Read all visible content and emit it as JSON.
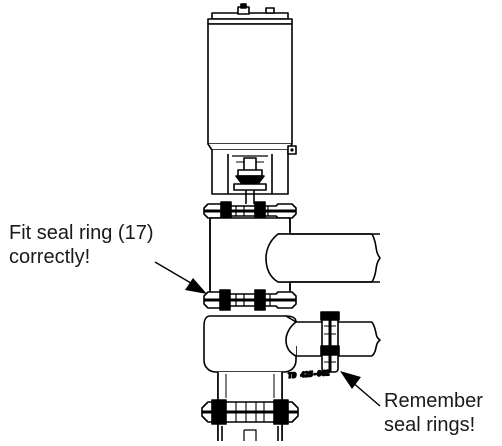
{
  "callouts": {
    "seal_ring": {
      "line1": "Fit seal ring (17)",
      "line2": "correctly!"
    },
    "remember": {
      "line1": "Remember",
      "line2": "seal rings!"
    }
  },
  "drawing_code": "TD 425-062",
  "colors": {
    "ink": "#000000",
    "paper": "#ffffff",
    "text": "#1a1a1a"
  }
}
